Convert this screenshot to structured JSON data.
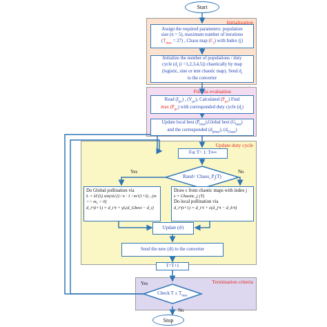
{
  "terminals": {
    "start": "Start",
    "stop": "Stop"
  },
  "regions": {
    "initialization": "Initialization",
    "fitness": "Fitness evaluation",
    "update_duty": "Update duty cycle",
    "termination": "Termination criteria"
  },
  "boxes": {
    "assign": {
      "line1": "Assign the required parameters: population",
      "line2": "size (n = 5), maximum number of iterations",
      "line3_pre": "(",
      "line3_red1": "T",
      "line3_sub": "max",
      "line3_mid": " = 27) , Chaos map (",
      "line3_red2": "C",
      "line3_sub2": "j",
      "line3_post": ") with Index (j)"
    },
    "init_pop": {
      "line1": "Initialize the number of populations / duty",
      "line2": "cycle (d",
      "line2_sub": "i",
      "line2_post": " (i =1,2,3,4,5)) chaotically by map",
      "line3": "(logistic, sine or tent chaotic map). Send d",
      "line3_sub": "i",
      "line4": "to the converter"
    },
    "read": {
      "line1": "Read (I",
      "line1_s1": "pv",
      "line1_m1": ") , (V",
      "line1_s2": "pv",
      "line1_m2": "), Calculated  (",
      "line1_r": "P",
      "line1_s3": "pv",
      "line1_post": ") Find",
      "line2_r": "max (P",
      "line2_s": "pv",
      "line2_post": ") with corresponded  duty cycle (d",
      "line2_s2": "i",
      "line2_end": ")"
    },
    "update_best": {
      "line1": "Update local best (P",
      "line1_s1": "best",
      "line1_m": "),Global best (G",
      "line1_s2": "best",
      "line1_e": ")",
      "line2": "and the corresponded  (d",
      "line2_s1": "pbest",
      "line2_m": "), (d",
      "line2_s2": "Gbest",
      "line2_e": ")"
    },
    "for_loop": {
      "pre": "For T= 1: T",
      "sub": "max"
    },
    "global_poll": {
      "title": "Do Global pollination via",
      "eq1": "L = λΓ(λ) sin(πλ/2) / π · 1 / m^(1+λ) , (m >> m₀ > 0)",
      "eq2": "d_i^(t+1) = d_i^t + γL(d_Gbest − d_i)"
    },
    "local_poll": {
      "title": "Draw ϵ from chaotic maps with index j",
      "eq1": "ϵ = Chaotic_j (T)",
      "title2": "Do local pollination via",
      "eq2": "d_i^(t+1) = d_i^t + ϵ(d_j^t − d_k^t)"
    },
    "update_d": {
      "pre": "Update (d",
      "sub": "i",
      "post": ")"
    },
    "send": {
      "pre": "Send the new (d",
      "sub": "i",
      "post": ") to the converter"
    },
    "increment": "T=T+1"
  },
  "decisions": {
    "rand": {
      "pre": "Rand< Chaos_P",
      "sub": "j",
      "post": "(T)"
    },
    "check": {
      "pre": "Check T ≤ T",
      "sub": "max"
    }
  },
  "edge_labels": {
    "yes1": "Yes",
    "no1": "No",
    "yes2": "Yes",
    "no2": "No"
  }
}
